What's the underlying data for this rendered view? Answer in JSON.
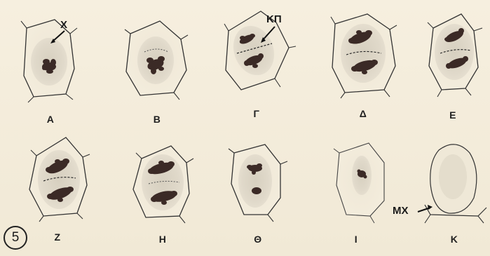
{
  "figure": {
    "number": "5",
    "callouts": {
      "chromosome_label": "X",
      "equatorial_plate_label": "ΚΠ",
      "cell_wall_label": "ΜΧ"
    },
    "panels": [
      {
        "id": "A",
        "label": "Α"
      },
      {
        "id": "B",
        "label": "Β"
      },
      {
        "id": "G",
        "label": "Γ"
      },
      {
        "id": "D",
        "label": "Δ"
      },
      {
        "id": "E",
        "label": "Ε"
      },
      {
        "id": "Z",
        "label": "Ζ"
      },
      {
        "id": "H",
        "label": "Η"
      },
      {
        "id": "TH",
        "label": "Θ"
      },
      {
        "id": "I",
        "label": "Ι"
      },
      {
        "id": "K",
        "label": "Κ"
      }
    ]
  },
  "colors": {
    "background": "#f2ebda",
    "cell_outline": "#3a3a3a",
    "cytoplasm": "#ddd6c6",
    "chromosome": "#3b2a26"
  }
}
